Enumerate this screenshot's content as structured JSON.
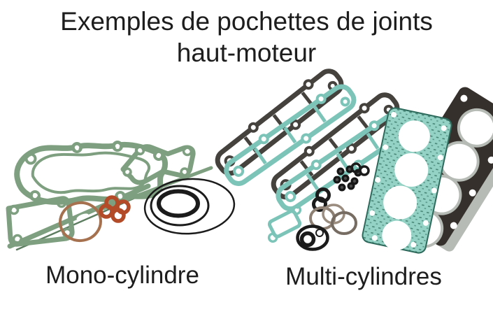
{
  "title": {
    "line1": "Exemples de pochettes de joints",
    "line2": "haut-moteur"
  },
  "figures": [
    {
      "caption": "Mono-cylindre",
      "illustration": "mono-cylinder-gasket-kit-photo",
      "items": [
        "cylinder-base-gasket",
        "cover-gasket",
        "small-base-gasket",
        "head-gasket-edge-strip",
        "copper-o-ring",
        "orange-exhaust-washers",
        "black-o-ring-set"
      ]
    },
    {
      "caption": "Multi-cylindres",
      "illustration": "multi-cylinder-gasket-kit-photo",
      "items": [
        "valve-cover-gaskets-dark",
        "valve-cover-gaskets-teal",
        "four-bore-teal-head-gasket",
        "black-head-gasket",
        "metal-head-gasket",
        "valve-stem-seals",
        "exhaust-metal-rings",
        "small-rect-gasket",
        "oil-seal-rings"
      ]
    }
  ],
  "palette": {
    "gasket_green": "#7fa080",
    "gasket_green_dark": "#5d7d60",
    "gasket_teal": "#7cc4b8",
    "head_teal": "#93d2c5",
    "head_teal_speckle": "#2e6a5c",
    "dark_gasket": "#45423e",
    "dark_sheet": "#35302b",
    "ring_black": "#1b1b1b",
    "copper": "#a5714f",
    "orange": "#b34a28",
    "metal_sheet": "#b6bbb5",
    "metal_ring": "#8d7f72",
    "text": "#1d1d1d",
    "background": "#ffffff"
  }
}
